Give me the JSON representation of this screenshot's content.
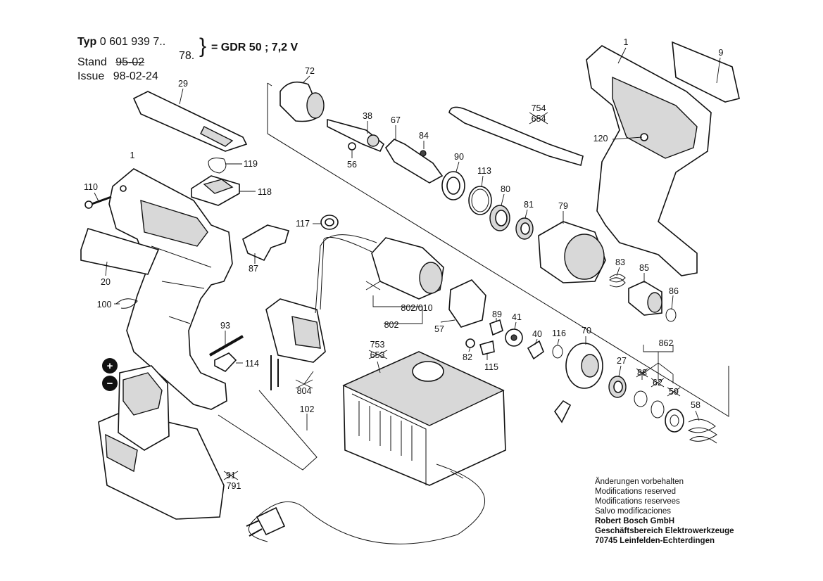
{
  "header": {
    "typ_label": "Typ",
    "typ_number": "0 601 939 7..",
    "typ_suffix": "78.",
    "model": "= GDR 50 ; 7,2 V",
    "stand_label": "Stand",
    "stand_value": "95-02",
    "issue_label": "Issue",
    "issue_value": "98-02-24"
  },
  "part_labels": {
    "p1a": "1",
    "p1b": "1",
    "p9": "9",
    "p120": "120",
    "p29": "29",
    "p119": "119",
    "p118": "118",
    "p110": "110",
    "p117": "117",
    "p87": "87",
    "p20": "20",
    "p100": "100",
    "p93": "93",
    "p114": "114",
    "p804": "804",
    "p102": "102",
    "p791a": "91",
    "p791b": "791",
    "p72": "72",
    "p38": "38",
    "p67": "67",
    "p84": "84",
    "p56": "56",
    "p90": "90",
    "p113": "113",
    "p80": "80",
    "p81": "81",
    "p754a": "754",
    "p754b": "654",
    "p79": "79",
    "p83": "83",
    "p85": "85",
    "p86": "86",
    "p802010": "802/010",
    "p802": "802",
    "p57": "57",
    "p89": "89",
    "p41": "41",
    "p40": "40",
    "p116": "116",
    "p70": "70",
    "p862": "862",
    "p27": "27",
    "p88": "88",
    "p62": "62",
    "p59": "59",
    "p58": "58",
    "p82": "82",
    "p115": "115",
    "p753a": "753",
    "p753b": "653"
  },
  "battery_terminals": {
    "plus": "+",
    "minus": "−"
  },
  "footer": {
    "line1": "Änderungen vorbehalten",
    "line2": "Modifications reserved",
    "line3": "Modifications reservees",
    "line4": "Salvo modificaciones",
    "company": "Robert Bosch GmbH",
    "division": "Geschäftsbereich Elektrowerkzeuge",
    "address": "70745 Leinfelden-Echterdingen"
  }
}
